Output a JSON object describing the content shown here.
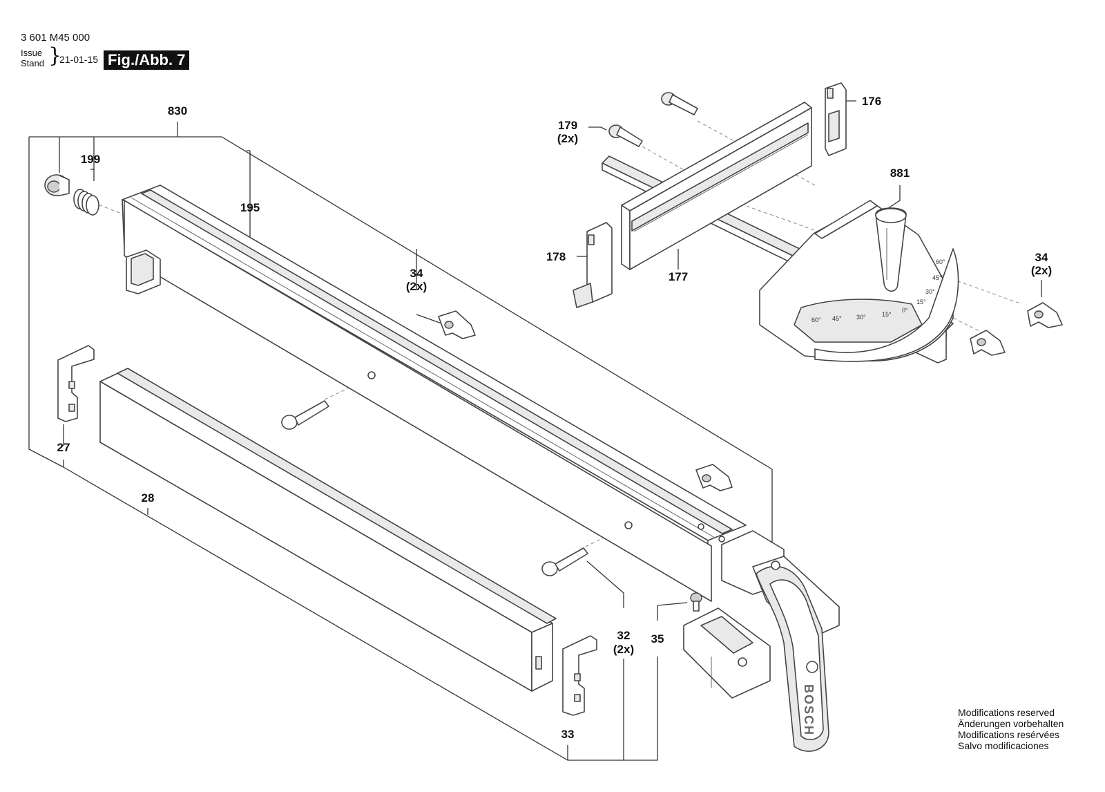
{
  "header": {
    "document_number": "3 601 M45 000",
    "issue_label": "Issue",
    "stand_label": "Stand",
    "date": "21-01-15",
    "figure_label": "Fig./Abb. 7"
  },
  "diagram": {
    "brand_mark": "BOSCH",
    "protractor_scale": [
      "60°",
      "45°",
      "30°",
      "15°",
      "0°",
      "15°",
      "30°",
      "45°",
      "60°"
    ],
    "callouts": [
      {
        "id": "830",
        "qty": ""
      },
      {
        "id": "199",
        "qty": ""
      },
      {
        "id": "195",
        "qty": ""
      },
      {
        "id": "34",
        "qty": "(2x)"
      },
      {
        "id": "27",
        "qty": ""
      },
      {
        "id": "28",
        "qty": ""
      },
      {
        "id": "32",
        "qty": "(2x)"
      },
      {
        "id": "35",
        "qty": ""
      },
      {
        "id": "33",
        "qty": ""
      },
      {
        "id": "179",
        "qty": "(2x)"
      },
      {
        "id": "176",
        "qty": ""
      },
      {
        "id": "881",
        "qty": ""
      },
      {
        "id": "178",
        "qty": ""
      },
      {
        "id": "177",
        "qty": ""
      },
      {
        "id": "34",
        "qty": "(2x)"
      }
    ]
  },
  "footer": {
    "modifications": [
      "Modifications reserved",
      "Änderungen vorbehalten",
      "Modifications resérvées",
      "Salvo modificaciones"
    ]
  }
}
